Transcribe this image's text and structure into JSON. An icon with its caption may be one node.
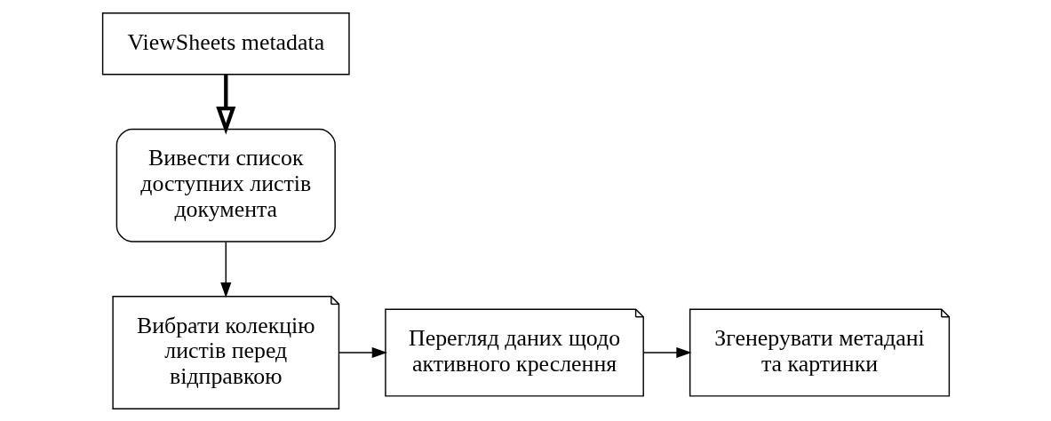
{
  "diagram": {
    "nodes": [
      {
        "text": [
          "ViewSheets metadata"
        ]
      },
      {
        "text": [
          "Вивести список доступних листів документа"
        ]
      },
      {
        "text": [
          "Вибрати колекцію листів перед відправкою"
        ]
      },
      {
        "text": [
          "Перегляд даних щодо активного креслення"
        ]
      },
      {
        "text": [
          "Згенерувати метадані та картинки"
        ]
      }
    ],
    "edges": [
      {
        "from": 0,
        "to": 1,
        "arrow": "to",
        "style": "thick"
      },
      {
        "from": 1,
        "to": 2,
        "arrow": "to"
      },
      {
        "from": 2,
        "to": 3,
        "arrow": "to"
      },
      {
        "from": 3,
        "to": 4,
        "arrow": "to"
      }
    ]
  }
}
